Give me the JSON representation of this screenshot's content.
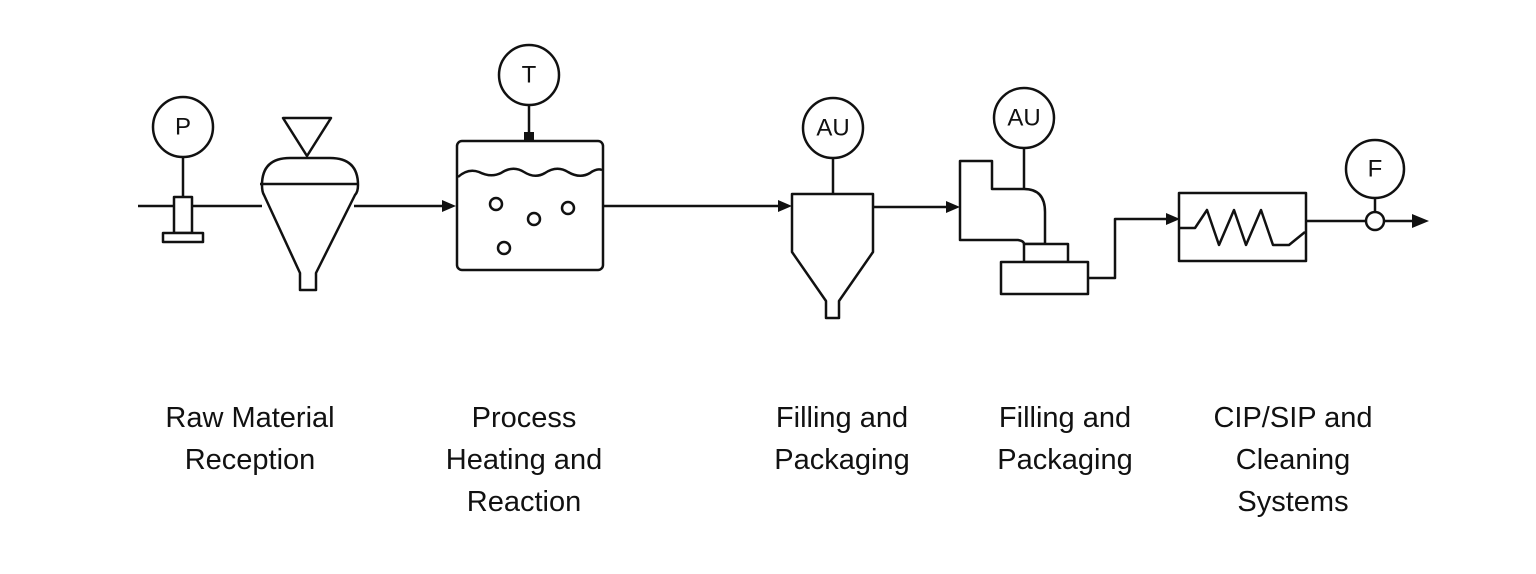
{
  "diagram": {
    "type": "process-flow",
    "stages": [
      {
        "id": "raw-material-reception",
        "label_lines": [
          "Raw Material",
          "Reception"
        ],
        "equipment": "receiving hopper",
        "instrument": {
          "tag": "P",
          "meaning": "pressure"
        }
      },
      {
        "id": "process-heating-reaction",
        "label_lines": [
          "Process",
          "Heating and",
          "Reaction"
        ],
        "equipment": "reaction tank",
        "instrument": {
          "tag": "T",
          "meaning": "temperature"
        }
      },
      {
        "id": "filling-packaging-1",
        "label_lines": [
          "Filling and",
          "Packaging"
        ],
        "equipment": "filling hopper",
        "instrument": {
          "tag": "AU",
          "meaning": "analyzer"
        }
      },
      {
        "id": "filling-packaging-2",
        "label_lines": [
          "Filling and",
          "Packaging"
        ],
        "equipment": "packaging machine",
        "instrument": {
          "tag": "AU",
          "meaning": "analyzer"
        }
      },
      {
        "id": "cip-sip-cleaning",
        "label_lines": [
          "CIP/SIP and",
          "Cleaning",
          "Systems"
        ],
        "equipment": "heat exchanger",
        "instrument": {
          "tag": "F",
          "meaning": "flow"
        }
      }
    ],
    "colors": {
      "stroke": "#111111",
      "background": "#ffffff",
      "text": "#111111"
    }
  }
}
